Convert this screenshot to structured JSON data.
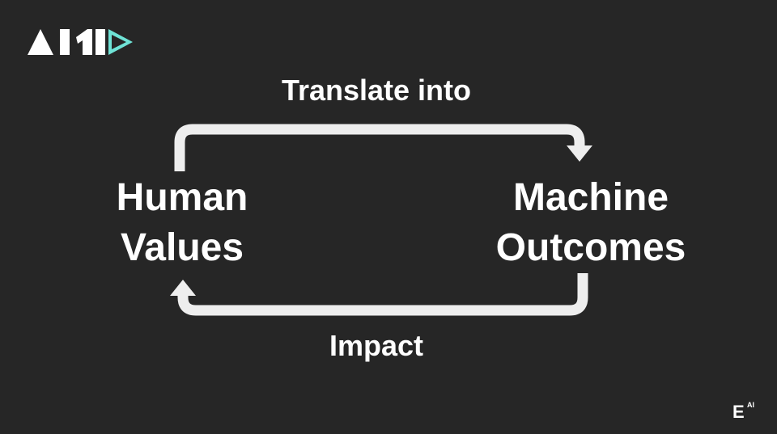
{
  "logo": {
    "text": "AIMD",
    "accent_color": "#6fe3d6"
  },
  "diagram": {
    "top_arrow_label": "Translate into",
    "bottom_arrow_label": "Impact",
    "left_node": {
      "line1": "Human",
      "line2": "Values"
    },
    "right_node": {
      "line1": "Machine",
      "line2": "Outcomes"
    }
  },
  "corner_mark": {
    "letter": "E",
    "superscript": "AI"
  },
  "colors": {
    "background": "#262626",
    "arrow": "#eeeeee",
    "text": "#ffffff"
  }
}
